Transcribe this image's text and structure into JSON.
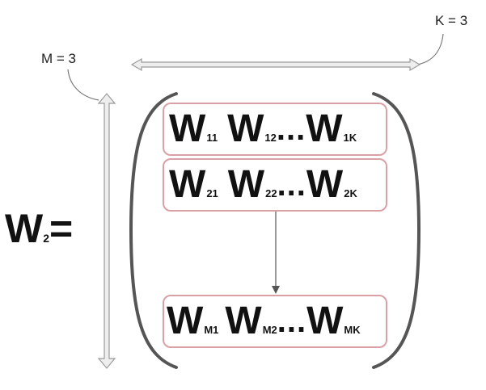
{
  "labels": {
    "k_dim": "K = 3",
    "m_dim": "M = 3"
  },
  "equation": {
    "lhs_symbol": "W",
    "lhs_subscript": "2",
    "equals": "="
  },
  "rows": [
    {
      "first": {
        "symbol": "W",
        "sub": "11"
      },
      "second": {
        "symbol": "W",
        "sub": "12"
      },
      "ellipsis": "...",
      "last": {
        "symbol": "W",
        "sub": "1K"
      }
    },
    {
      "first": {
        "symbol": "W",
        "sub": "21"
      },
      "second": {
        "symbol": "W",
        "sub": "22"
      },
      "ellipsis": "...",
      "last": {
        "symbol": "W",
        "sub": "2K"
      }
    },
    {
      "first": {
        "symbol": "W",
        "sub": "M1"
      },
      "second": {
        "symbol": "W",
        "sub": "M2"
      },
      "ellipsis": "...",
      "last": {
        "symbol": "W",
        "sub": "MK"
      }
    }
  ],
  "colors": {
    "row_border": "#d9a1a6",
    "bracket": "#555555",
    "arrow_outline": "#9a9a9a",
    "arrow_fill": "#eeeeee",
    "connector": "#555555"
  }
}
